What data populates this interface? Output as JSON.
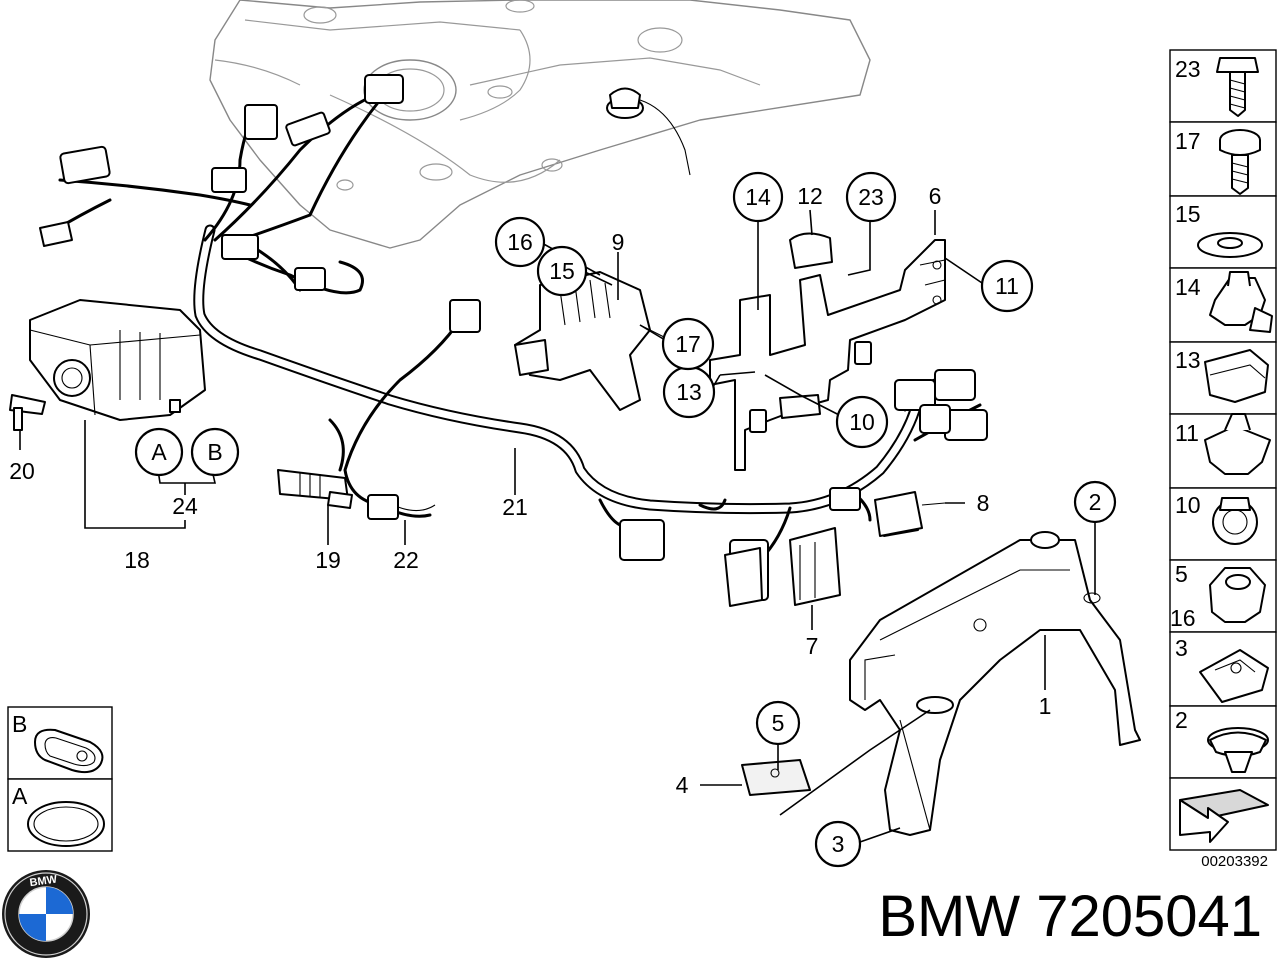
{
  "diagram": {
    "callouts_plain": {
      "p1": "1",
      "p4": "4",
      "p6": "6",
      "p7": "7",
      "p8": "8",
      "p9": "9",
      "p12": "12",
      "p18": "18",
      "p19": "19",
      "p20": "20",
      "p21": "21",
      "p22": "22",
      "p24": "24"
    },
    "callouts_circled": {
      "c2": "2",
      "c3": "3",
      "c5": "5",
      "c10": "10",
      "c11": "11",
      "c13": "13",
      "c14": "14",
      "c15": "15",
      "c16": "16",
      "c17": "17",
      "c23": "23",
      "cA": "A",
      "cB": "B"
    },
    "side_column": [
      "23",
      "17",
      "15",
      "14",
      "13",
      "11",
      "10",
      "5",
      "16",
      "3",
      "2"
    ],
    "gasket_boxes": {
      "b": "B",
      "a": "A"
    },
    "doc_number": "00203392"
  },
  "brand": {
    "logo_text": "BMW",
    "part_label": "BMW 7205041"
  },
  "colors": {
    "line": "#000000",
    "tank_outline": "#888888",
    "logo_blue": "#1c69d4"
  }
}
